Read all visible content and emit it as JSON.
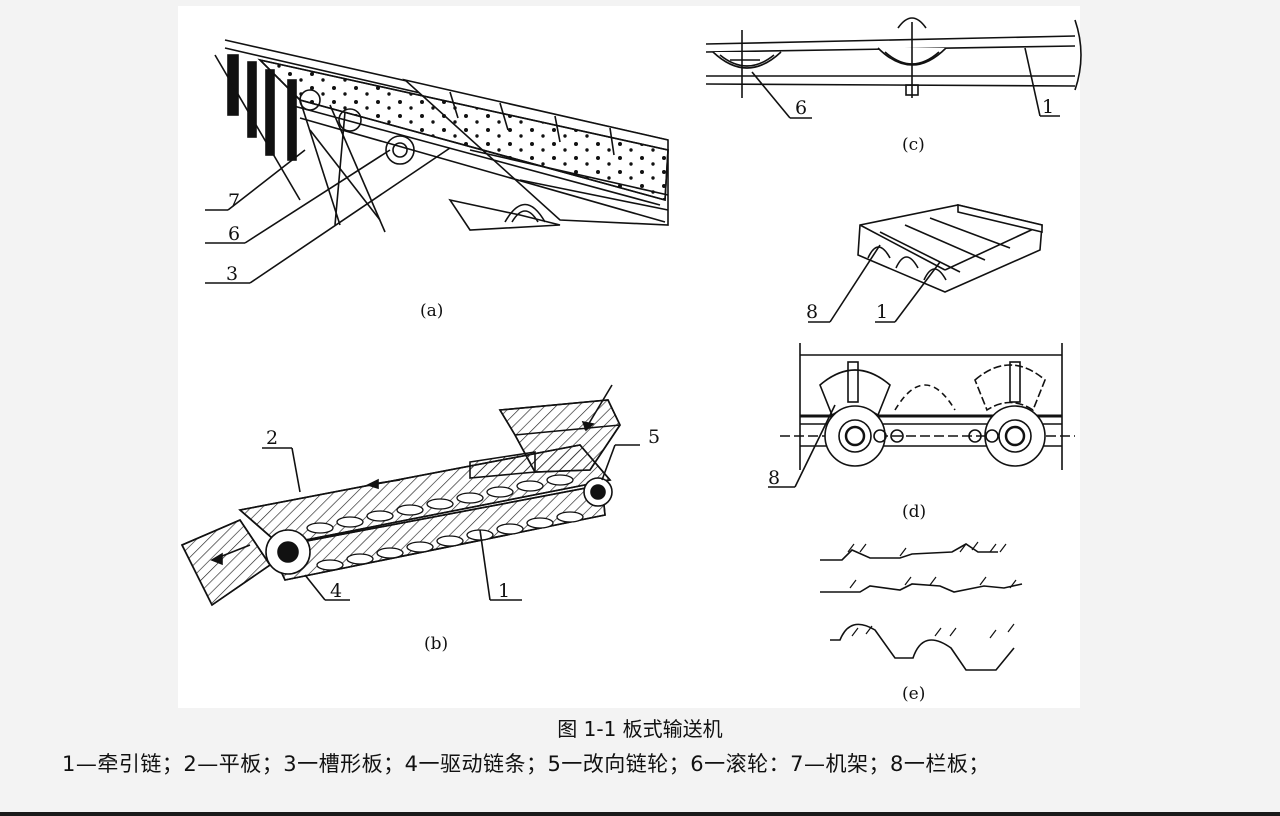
{
  "figure": {
    "caption_title": "图 1-1 板式输送机",
    "legend_line": "1—牵引链；2—平板；3一槽形板；4一驱动链条；5一改向链轮；6一滚轮：7—机架；8一栏板；"
  },
  "panels": {
    "a": {
      "label": "(a)",
      "callouts": [
        "7",
        "6",
        "3"
      ]
    },
    "b": {
      "label": "(b)",
      "callouts": [
        "2",
        "5",
        "4",
        "1"
      ]
    },
    "c": {
      "label": "(c)",
      "callouts": [
        "6",
        "1"
      ]
    },
    "d_upper": {
      "callouts": [
        "8",
        "1"
      ]
    },
    "d": {
      "label": "(d)",
      "callouts": [
        "8"
      ]
    },
    "e": {
      "label": "(e)"
    }
  }
}
